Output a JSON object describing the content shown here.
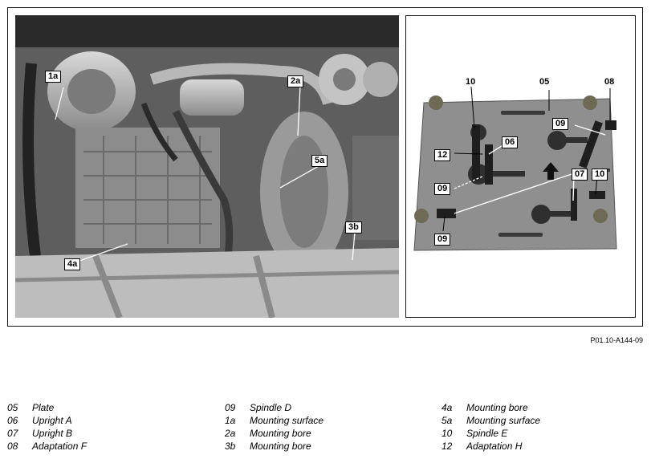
{
  "callouts": {
    "engine": {
      "c1a": "1a",
      "c2a": "2a",
      "c5a": "5a",
      "c3b": "3b",
      "c4a": "4a"
    },
    "plate": {
      "c10_top": "10",
      "c05": "05",
      "c08": "08",
      "c09_top": "09",
      "c12": "12",
      "c06": "06",
      "c07_right": "07",
      "c10_right": "10",
      "c09_left": "09",
      "c09_bottom": "09"
    }
  },
  "figure_code": "P01.10-A144-09",
  "legend": {
    "columns": [
      [
        {
          "code": "05",
          "text": "Plate"
        },
        {
          "code": "06",
          "text": "Upright A"
        },
        {
          "code": "07",
          "text": "Upright B"
        },
        {
          "code": "08",
          "text": "Adaptation F"
        }
      ],
      [
        {
          "code": "09",
          "text": "Spindle D"
        },
        {
          "code": "1a",
          "text": "Mounting surface"
        },
        {
          "code": "2a",
          "text": "Mounting bore"
        },
        {
          "code": "3b",
          "text": "Mounting bore"
        }
      ],
      [
        {
          "code": "4a",
          "text": "Mounting bore"
        },
        {
          "code": "5a",
          "text": "Mounting surface"
        },
        {
          "code": "10",
          "text": "Spindle E"
        },
        {
          "code": "12",
          "text": "Adaptation H"
        }
      ]
    ]
  }
}
